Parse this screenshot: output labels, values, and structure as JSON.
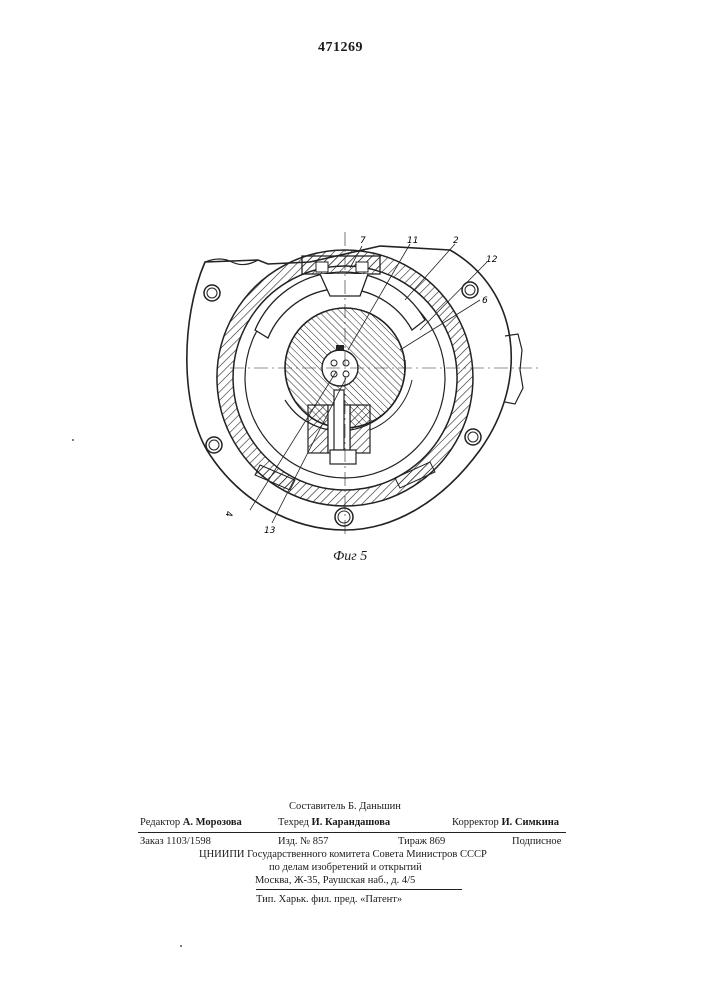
{
  "patent_number": "471269",
  "figure": {
    "caption": "Фиг 5",
    "labels": [
      "7",
      "11",
      "2",
      "12",
      "6",
      "4",
      "13"
    ]
  },
  "imprint": {
    "compiler": "Составитель Б. Даньшин",
    "editor_label": "Редактор",
    "editor_name": "А. Морозова",
    "techred_label": "Техред",
    "techred_name": "И. Карандашова",
    "corrector_label": "Корректор",
    "corrector_name": "И. Симкина",
    "order": "Заказ 1103/1598",
    "issue": "Изд. № 857",
    "circulation": "Тираж 869",
    "subscription": "Подписное",
    "institute": "ЦНИИПИ Государственного комитета Совета Министров СССР",
    "affairs": "по делам изобретений и открытий",
    "address": "Москва, Ж-35, Раушская наб., д. 4/5",
    "printer": "Тип. Харьк. фил. пред. «Патент»"
  }
}
